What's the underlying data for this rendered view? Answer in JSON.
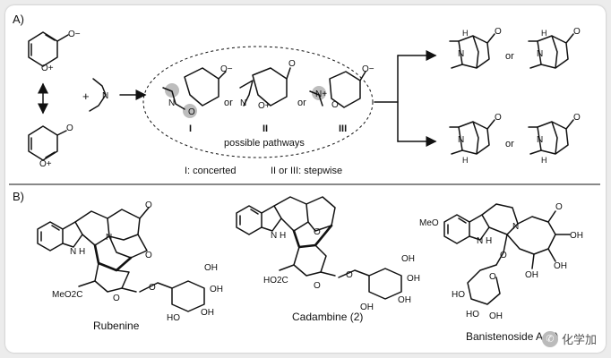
{
  "panel_a": {
    "label": "A)",
    "plus": "+",
    "or": "or",
    "pathway_I": "I",
    "pathway_II": "II",
    "pathway_III": "III",
    "possible_pathways": "possible pathways",
    "legend_concerted": "I: concerted",
    "legend_stepwise": "II or III: stepwise",
    "atoms": {
      "O": "O",
      "N": "N",
      "Oplus": "O+",
      "Nplus": "N+",
      "Ominus": "O−",
      "H": "H"
    }
  },
  "panel_b": {
    "label": "B)",
    "compound_1": "Rubenine",
    "compound_2": "Cadambine (2)",
    "compound_3": "Banistenoside A (1)",
    "meo": "MeO",
    "meo2c": "MeO2C",
    "ho2c": "HO2C",
    "oh": "OH",
    "ho": "HO",
    "nh": "N H"
  },
  "watermark": {
    "text": "化学加",
    "icon": "wechat-icon"
  },
  "colors": {
    "highlight": "#bdbdbd",
    "ink": "#111111"
  }
}
